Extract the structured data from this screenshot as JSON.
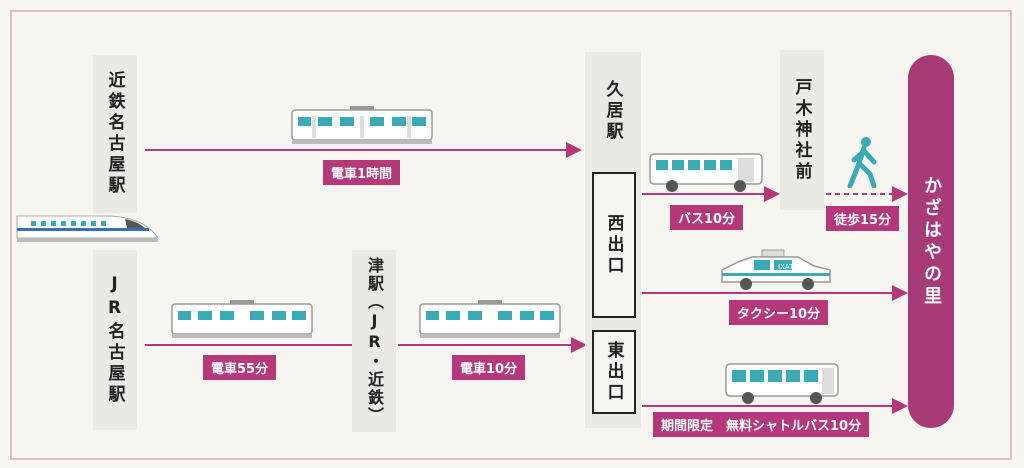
{
  "stations": {
    "kintetsu_nagoya": "近鉄名古屋駅",
    "jr_nagoya": "JR名古屋駅",
    "tsu": "津駅（JR・近鉄）",
    "hisai": "久居駅",
    "west_exit": "西出口",
    "east_exit": "東出口",
    "togi_jinja_mae": "戸木神社前",
    "goal": "かざはやの里"
  },
  "routes": {
    "kintetsu_train": "電車1時間",
    "jr_train": "電車55分",
    "tsu_train": "電車10分",
    "bus": "バス10分",
    "walk": "徒歩15分",
    "taxi": "タクシー10分",
    "shuttle": "期間限定　無料シャトルバス10分"
  },
  "taxi_sign": "IXAT",
  "colors": {
    "accent": "#b5397a",
    "goal": "#a73b78",
    "teal": "#3aaab8"
  },
  "icons": [
    "shinkansen-icon",
    "train-icon",
    "bus-icon",
    "taxi-icon",
    "walker-icon",
    "shuttle-bus-icon"
  ]
}
